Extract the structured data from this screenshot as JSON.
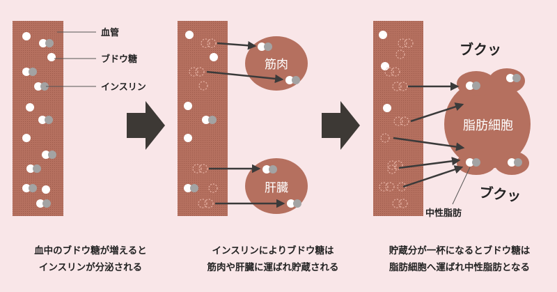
{
  "labels": {
    "blood_vessel": "血管",
    "glucose": "ブドウ糖",
    "insulin": "インスリン",
    "muscle": "筋肉",
    "liver": "肝臓",
    "fat_cell": "脂肪細胞",
    "neutral_fat": "中性脂肪",
    "pop_top": "ブクッ",
    "pop_bottom": "ブクッ"
  },
  "captions": {
    "step1": [
      "血中のブドウ糖が増えると",
      "インスリンが分泌される"
    ],
    "step2": [
      "インスリンによりブドウ糖は",
      "筋肉や肝臓に運ばれ貯蔵される"
    ],
    "step3": [
      "貯蔵分が一杯になるとブドウ糖は",
      "脂肪細胞へ運ばれ中性脂肪となる"
    ]
  },
  "colors": {
    "background": "#f9e6e8",
    "vessel": "#b5705f",
    "organ": "#b5705f",
    "glucose": "#ffffff",
    "insulin": "#a3a3a3",
    "arrow": "#3a3a3a"
  }
}
